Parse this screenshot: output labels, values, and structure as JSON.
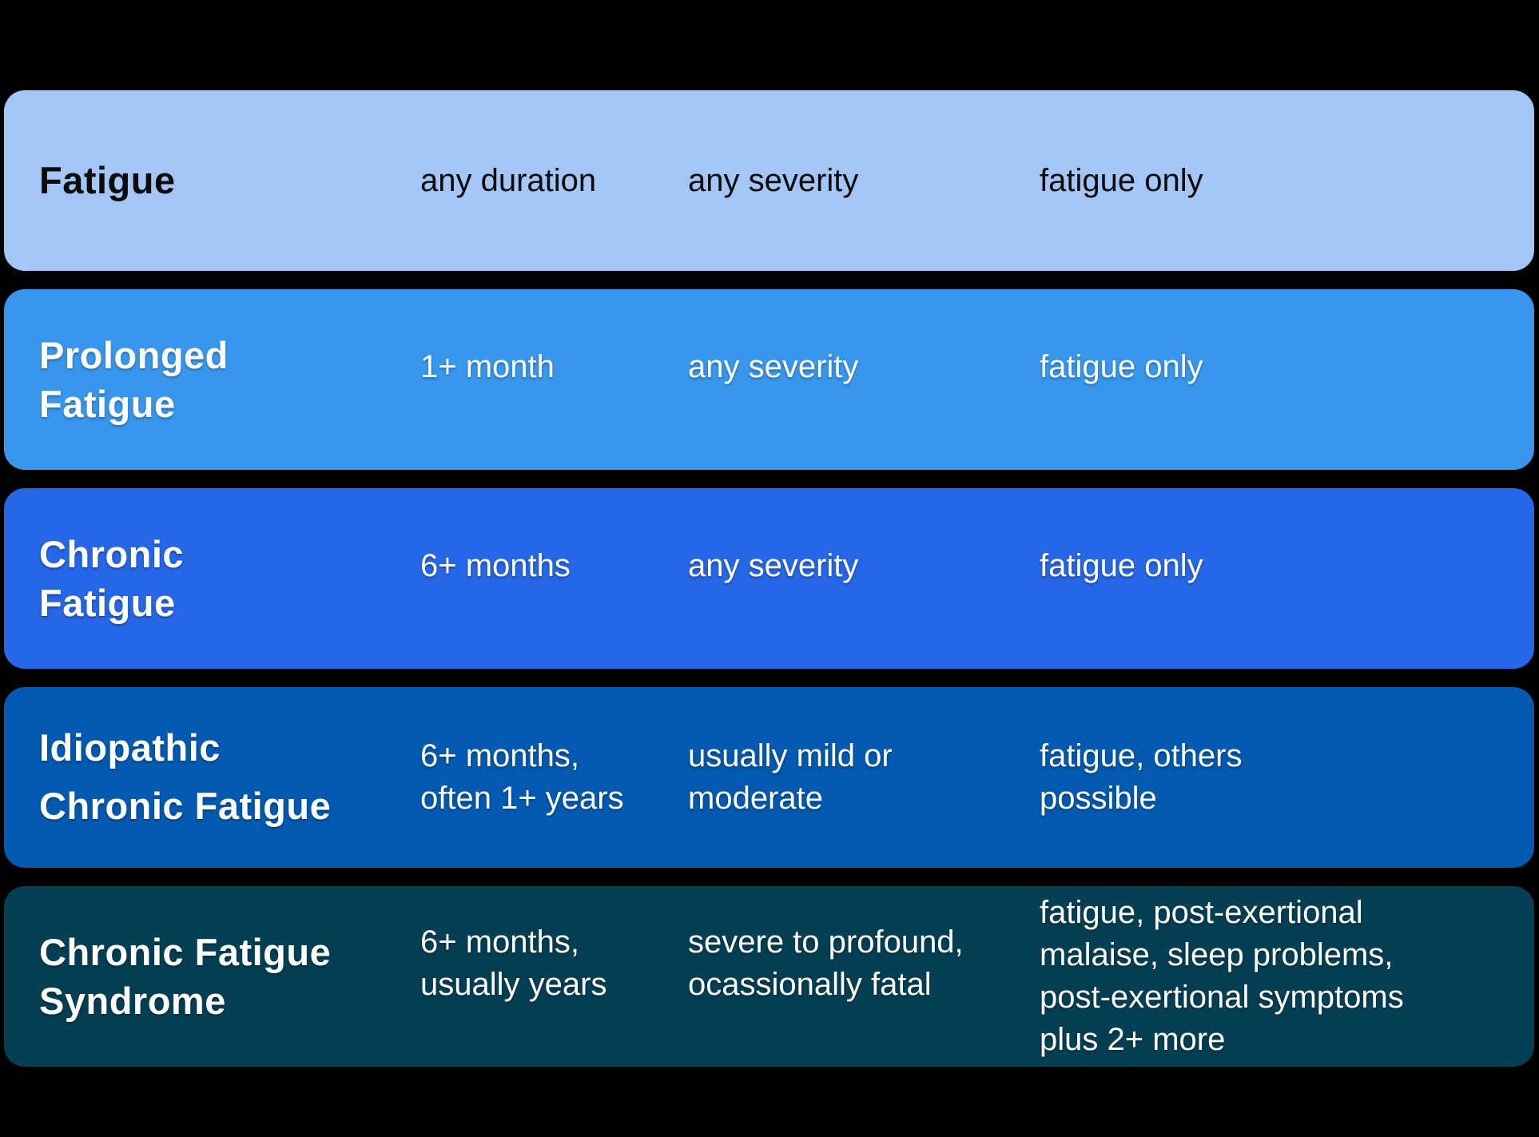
{
  "canvas": {
    "background": "#000000"
  },
  "table": {
    "rows": [
      {
        "id": "fatigue",
        "name": "Fatigue",
        "duration": "any duration",
        "severity": "any severity",
        "symptoms": "fatigue only",
        "bg": "#a3c6f7",
        "fg": "#0b0b0b"
      },
      {
        "id": "prolonged-fatigue",
        "name": "Prolonged\nFatigue",
        "duration": "1+ month",
        "severity": "any severity",
        "symptoms": "fatigue only",
        "bg": "#3897ec",
        "fg": "#ffffff"
      },
      {
        "id": "chronic-fatigue",
        "name": "Chronic\nFatigue",
        "duration": "6+ months",
        "severity": "any severity",
        "symptoms": "fatigue only",
        "bg": "#2667e8",
        "fg": "#ffffff"
      },
      {
        "id": "idiopathic-chronic-fatigue",
        "name": "Idiopathic\nChronic Fatigue",
        "duration": "6+ months,\noften 1+ years",
        "severity": "usually mild or\nmoderate",
        "symptoms": "fatigue, others\npossible",
        "bg": "#035ab0",
        "fg": "#ffffff"
      },
      {
        "id": "chronic-fatigue-syndrome",
        "name": "Chronic Fatigue\nSyndrome",
        "duration": "6+ months,\nusually years",
        "severity": "severe to profound,\nocassionally fatal",
        "symptoms": "fatigue, post-exertional\nmalaise, sleep problems,\npost-exertional symptoms\nplus 2+ more",
        "bg": "#053f54",
        "fg": "#ffffff"
      }
    ]
  }
}
